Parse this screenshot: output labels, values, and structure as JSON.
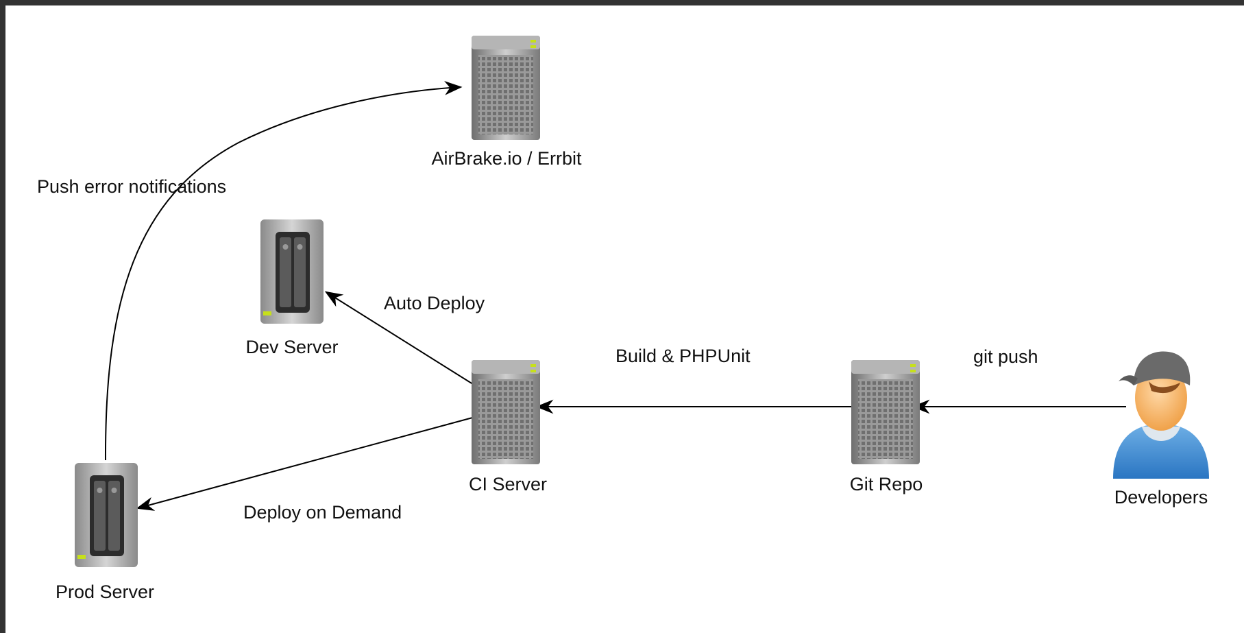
{
  "nodes": {
    "airbrake": {
      "label": "AirBrake.io / Errbit",
      "icon": "rack-server-icon"
    },
    "dev": {
      "label": "Dev Server",
      "icon": "nas-server-icon"
    },
    "ci": {
      "label": "CI Server",
      "icon": "rack-server-icon"
    },
    "git": {
      "label": "Git Repo",
      "icon": "rack-server-icon"
    },
    "developers": {
      "label": "Developers",
      "icon": "developer-person-icon"
    },
    "prod": {
      "label": "Prod Server",
      "icon": "nas-server-icon"
    }
  },
  "edges": {
    "push_errors": {
      "label": "Push error notifications",
      "from": "Prod Server",
      "to": "AirBrake.io / Errbit"
    },
    "auto_deploy": {
      "label": "Auto Deploy",
      "from": "CI Server",
      "to": "Dev Server"
    },
    "build": {
      "label": "Build &  PHPUnit",
      "from": "Git Repo",
      "to": "CI Server"
    },
    "git_push": {
      "label": "git push",
      "from": "Developers",
      "to": "Git Repo"
    },
    "deploy_demand": {
      "label": "Deploy on Demand",
      "from": "CI Server",
      "to": "Prod Server"
    }
  },
  "colors": {
    "frame": "#333333",
    "canvas": "#ffffff",
    "accent_led": "#c6e01a"
  }
}
